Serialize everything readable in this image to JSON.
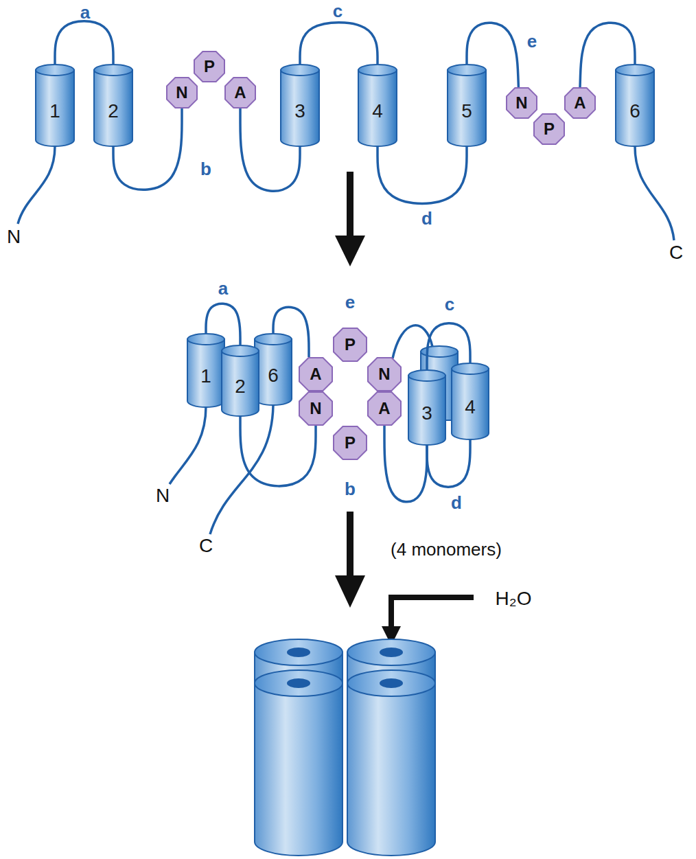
{
  "diagram": {
    "nodes": [
      {
        "text": [
          "1"
        ]
      },
      {
        "text": [
          "2"
        ]
      },
      {
        "text": [
          "N"
        ]
      },
      {
        "text": [
          "P"
        ]
      },
      {
        "text": [
          "A"
        ]
      },
      {
        "text": [
          "3"
        ]
      },
      {
        "text": [
          "4"
        ]
      },
      {
        "text": [
          "5"
        ]
      },
      {
        "text": [
          "N"
        ]
      },
      {
        "text": [
          "P"
        ]
      },
      {
        "text": [
          "A"
        ]
      },
      {
        "text": [
          "6"
        ]
      },
      {
        "text": [
          "1"
        ]
      },
      {
        "text": [
          "2"
        ]
      },
      {
        "text": [
          "6"
        ]
      },
      {
        "text": [
          "P"
        ]
      },
      {
        "text": [
          "A"
        ]
      },
      {
        "text": [
          "N"
        ]
      },
      {
        "text": [
          "N"
        ]
      },
      {
        "text": [
          "A"
        ]
      },
      {
        "text": [
          "P"
        ]
      },
      {
        "text": [
          "3"
        ]
      },
      {
        "text": [
          "4"
        ]
      }
    ],
    "edges": [
      {
        "from": 0,
        "to": 1,
        "arrow": "none",
        "label": "a"
      },
      {
        "from": 1,
        "to": 2,
        "arrow": "none",
        "label": "b"
      },
      {
        "from": 4,
        "to": 5,
        "arrow": "none"
      },
      {
        "from": 5,
        "to": 6,
        "arrow": "none",
        "label": "c"
      },
      {
        "from": 6,
        "to": 7,
        "arrow": "none",
        "label": "d"
      },
      {
        "from": 7,
        "to": 8,
        "arrow": "none",
        "label": "e"
      },
      {
        "from": 10,
        "to": 11,
        "arrow": "none"
      },
      {
        "from": 12,
        "to": 13,
        "arrow": "none",
        "label": "a"
      },
      {
        "from": 14,
        "to": 16,
        "arrow": "none",
        "label": "e"
      },
      {
        "from": 13,
        "to": 18,
        "arrow": "none",
        "label": "b"
      },
      {
        "from": 19,
        "to": 21,
        "arrow": "none"
      },
      {
        "from": 21,
        "to": 22,
        "arrow": "none",
        "label": "c"
      },
      {
        "from": 21,
        "to": 22,
        "arrow": "none",
        "label": "d"
      }
    ],
    "labels": [
      "N",
      "C",
      "N",
      "C",
      "(4 monomers)",
      "H₂O"
    ]
  }
}
